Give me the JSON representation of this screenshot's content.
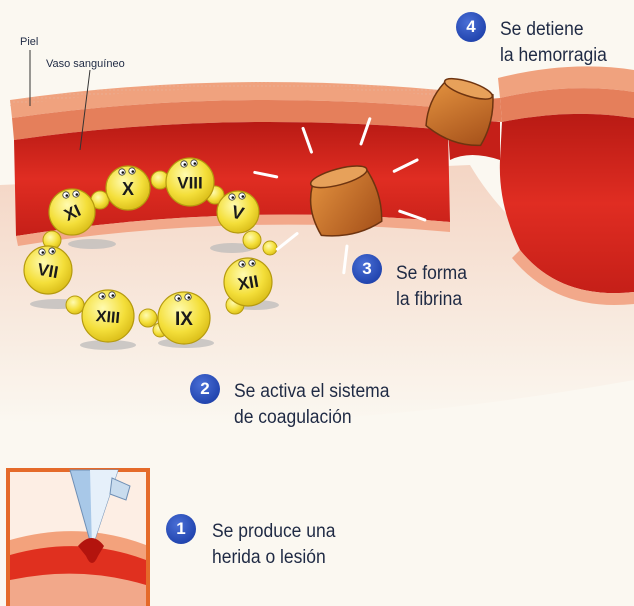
{
  "labels": {
    "skin": "Piel",
    "vessel": "Vaso sanguíneo"
  },
  "steps": [
    {
      "number": "1",
      "line1": "Se produce una",
      "line2": "herida o lesión"
    },
    {
      "number": "2",
      "line1": "Se activa el sistema",
      "line2": "de coagulación"
    },
    {
      "number": "3",
      "line1": "Se forma",
      "line2": "la fibrina"
    },
    {
      "number": "4",
      "line1": "Se detiene",
      "line2": "la hemorragia"
    }
  ],
  "factors": [
    "X",
    "VIII",
    "V",
    "XII",
    "IX",
    "XIII",
    "VII",
    "XI"
  ],
  "colors": {
    "blood": "#d8271f",
    "vessel_wall": "#e88d6a",
    "skin": "#f2b89a",
    "factor_bead": "#f5e24a",
    "fibrin_plug": "#c96b2a",
    "step_badge": "#2346b0",
    "text": "#1f2a44"
  }
}
